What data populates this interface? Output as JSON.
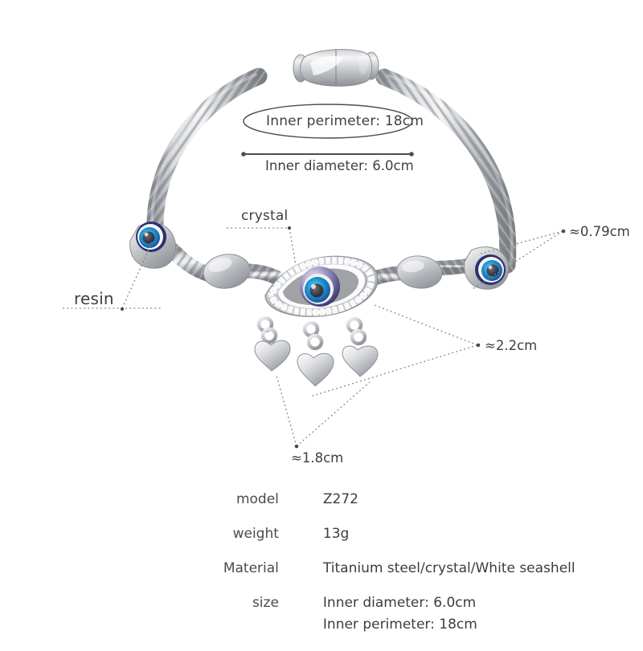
{
  "product": {
    "type": "stainless-steel-cable-bangle",
    "title_absent": true
  },
  "callouts": {
    "perimeter_badge": "Inner perimeter:  18cm",
    "diameter_label": "Inner diameter:  6.0cm",
    "resin": "resin",
    "crystal": "crystal",
    "bead_size": "≈0.79cm",
    "charm_width": "≈2.2cm",
    "heart_size": "≈1.8cm"
  },
  "spec_table": {
    "rows": [
      {
        "label": "model",
        "value": "Z272"
      },
      {
        "label": "weight",
        "value": "13g"
      },
      {
        "label": "Material",
        "value": "Titanium steel/crystal/White seashell"
      },
      {
        "label": "size",
        "value": "Inner diameter:  6.0cm",
        "value2": "Inner perimeter:  18cm"
      }
    ]
  },
  "colors": {
    "background": "#ffffff",
    "text": "#3c3c3c",
    "leader_line": "#8a8a8a",
    "steel_light": "#e9eaec",
    "steel_mid": "#b9bcc0",
    "steel_dark": "#83878c",
    "eye_blue": "#1f9ad6",
    "eye_deep_blue": "#2a2f6e",
    "eye_pupil": "#3a3a42",
    "crystal_white": "#f4f5f7"
  }
}
